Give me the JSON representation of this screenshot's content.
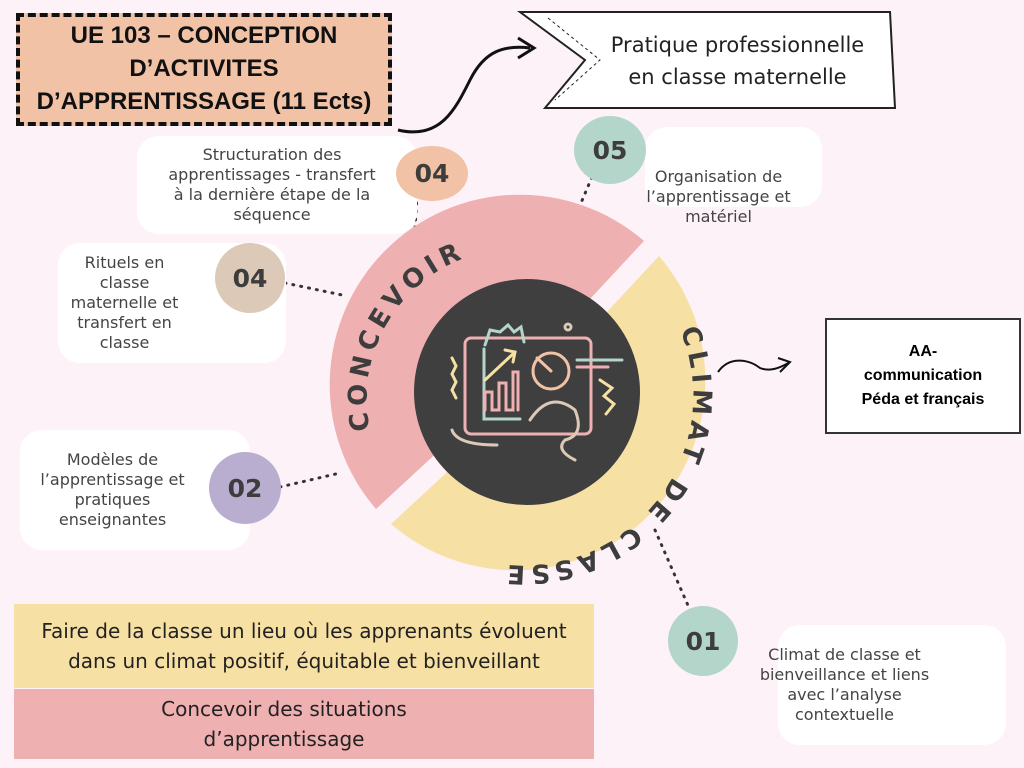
{
  "title": [
    "UE 103 – CONCEPTION",
    "D’ACTIVITES",
    "D’APPRENTISSAGE (11 Ects)"
  ],
  "banner": [
    "Pratique professionnelle",
    "en classe maternelle"
  ],
  "ring": {
    "top": "CONCEVOIR",
    "bottom": "CLIMAT DE CLASSE"
  },
  "items": [
    {
      "num": "04",
      "text": "Structuration des apprentissages - transfert à la dernière étape de la séquence",
      "color": "#f2c2a6"
    },
    {
      "num": "05",
      "text": "Organisation de l’apprentissage et matériel",
      "color": "#b4d5c9"
    },
    {
      "num": "04",
      "text": "Rituels en classe maternelle et transfert en classe",
      "color": "#dcc9b8"
    },
    {
      "num": "02",
      "text": "Modèles de l’apprentissage et pratiques enseignantes",
      "color": "#b9aed0"
    },
    {
      "num": "01",
      "text": "Climat de classe et bienveillance et liens avec l’analyse contextuelle",
      "color": "#b4d5c9"
    }
  ],
  "aa": [
    "AA-",
    "communication",
    "Péda et français"
  ],
  "legend": {
    "yellow": "Faire de la classe un lieu où les apprenants évoluent dans un climat positif, équitable et bienveillant",
    "pink": "Concevoir des situations d’apprentissage"
  },
  "colors": {
    "pink": "#efb0b2",
    "yellow": "#f7e0a4",
    "dark": "#3f3f3f"
  }
}
